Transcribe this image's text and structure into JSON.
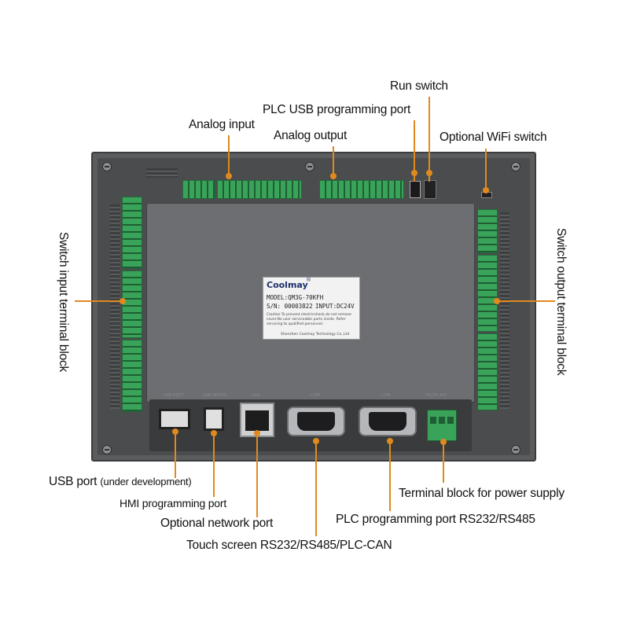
{
  "device_labels": {
    "run_switch": "Run switch",
    "plc_usb": "PLC USB programming port",
    "analog_input": "Analog input",
    "analog_output": "Analog output",
    "wifi_switch": "Optional WiFi switch",
    "switch_input": "Switch input terminal block",
    "switch_output": "Switch output terminal block",
    "usb_port": "USB port",
    "usb_port_note": "(under development)",
    "hmi_port": "HMI programming port",
    "network_port": "Optional network port",
    "touch_screen": "Touch screen RS232/RS485/PLC-CAN",
    "plc_prog_port": "PLC programming port RS232/RS485",
    "power_block": "Terminal block for power supply"
  },
  "sticker": {
    "brand": "Coolmay",
    "reg": "®",
    "model": "MODEL:QM3G-70KFH",
    "serial": "S/N: 00003822",
    "input": "INPUT:DC24V",
    "caution": "Caution:To prevent electricshock,do not remove cover.No user serviceable parts inside. Refer servicing to qualified personnel.",
    "company": "Shenzhen Coolmay Technology Co.,Ltd"
  },
  "silkscreen": {
    "usb_host": "USB HOST",
    "usb_device": "USB DEVICE",
    "lan": "LAN",
    "com": "COM",
    "com2": "COM",
    "power": "FG 0V 24V"
  },
  "colors": {
    "leader": "#e08a1e",
    "terminal_green": "#3aa35a",
    "bezel": "#5b5c5e"
  }
}
